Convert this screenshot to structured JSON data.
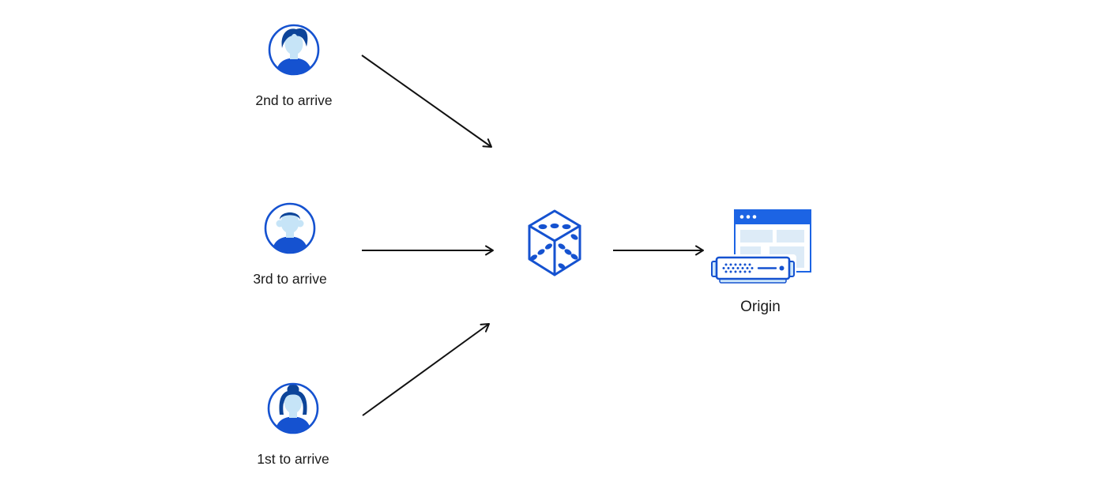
{
  "diagram": {
    "description": "Three clients arriving in different order are routed randomly (dice) to an origin server",
    "clients": [
      {
        "id": "client-second",
        "label": "2nd to arrive",
        "icon": "person-man-quiff-icon"
      },
      {
        "id": "client-third",
        "label": "3rd to arrive",
        "icon": "person-man-flattop-icon"
      },
      {
        "id": "client-first",
        "label": "1st to arrive",
        "icon": "person-woman-bun-icon"
      }
    ],
    "router": {
      "id": "random-selector",
      "icon": "dice-icon"
    },
    "origin": {
      "id": "origin",
      "label": "Origin",
      "icon": "origin-server-icon"
    },
    "arrows": [
      {
        "from": "client-second",
        "to": "random-selector"
      },
      {
        "from": "client-third",
        "to": "random-selector"
      },
      {
        "from": "client-first",
        "to": "random-selector"
      },
      {
        "from": "random-selector",
        "to": "origin"
      }
    ],
    "colors": {
      "primary_blue": "#1552d0",
      "dark_blue": "#0d4499",
      "light_blue": "#c6e4f7",
      "face_shadow_blue": "#a9d2ec",
      "pale_blue": "#ddebf7",
      "server_tab_blue": "#cfe8fb",
      "window_blue": "#1c64e4",
      "arrow_color": "#111111",
      "text_color": "#1a1a1a",
      "background": "#ffffff"
    }
  }
}
